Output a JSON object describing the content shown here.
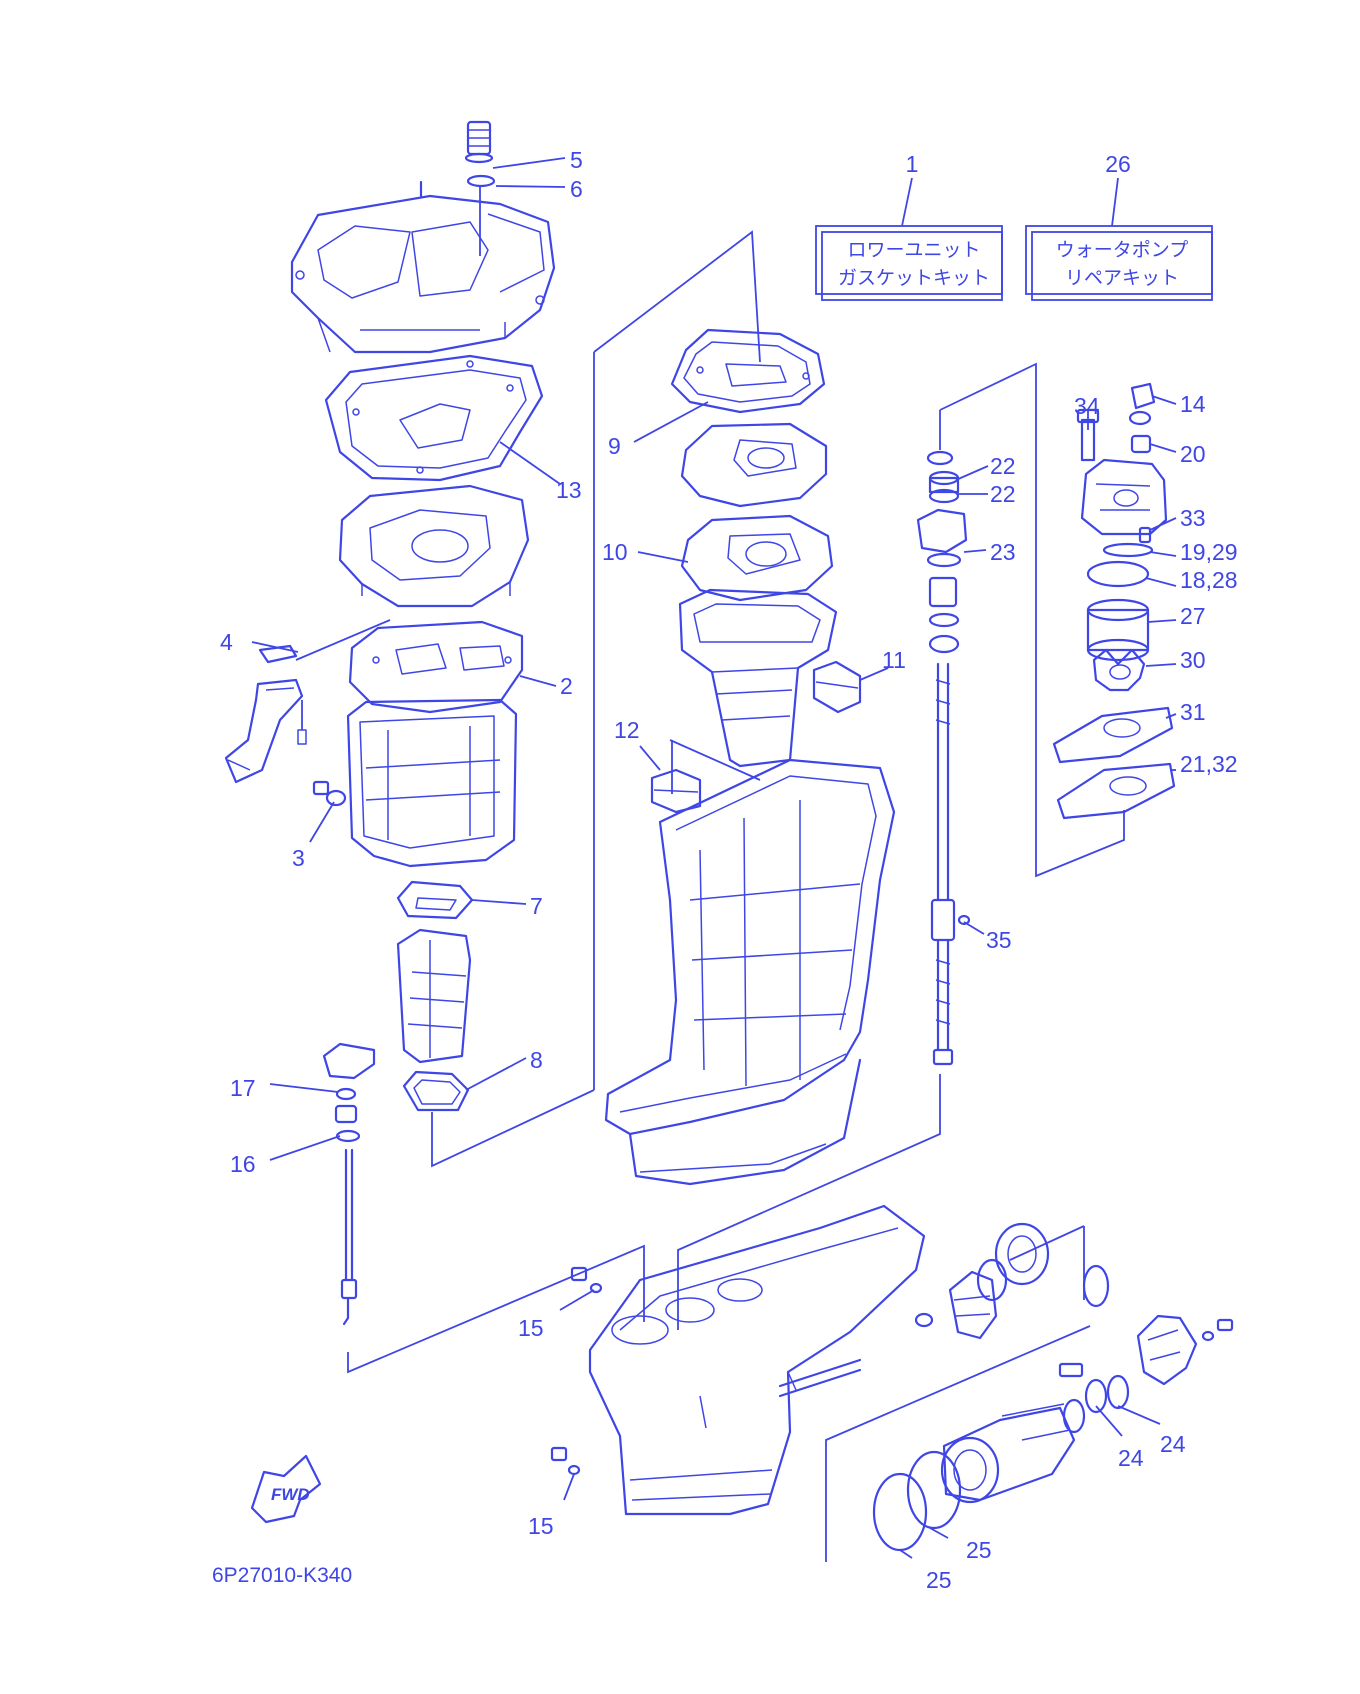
{
  "callouts": [
    {
      "id": "c1",
      "text": "1"
    },
    {
      "id": "c2",
      "text": "2"
    },
    {
      "id": "c3",
      "text": "3"
    },
    {
      "id": "c4",
      "text": "4"
    },
    {
      "id": "c5",
      "text": "5"
    },
    {
      "id": "c6",
      "text": "6"
    },
    {
      "id": "c7",
      "text": "7"
    },
    {
      "id": "c8",
      "text": "8"
    },
    {
      "id": "c9",
      "text": "9"
    },
    {
      "id": "c10",
      "text": "10"
    },
    {
      "id": "c11",
      "text": "11"
    },
    {
      "id": "c12",
      "text": "12"
    },
    {
      "id": "c13",
      "text": "13"
    },
    {
      "id": "c14",
      "text": "14"
    },
    {
      "id": "c15a",
      "text": "15"
    },
    {
      "id": "c15b",
      "text": "15"
    },
    {
      "id": "c16",
      "text": "16"
    },
    {
      "id": "c17",
      "text": "17"
    },
    {
      "id": "c18",
      "text": "18,28"
    },
    {
      "id": "c19",
      "text": "19,29"
    },
    {
      "id": "c20",
      "text": "20"
    },
    {
      "id": "c21",
      "text": "21,32"
    },
    {
      "id": "c22a",
      "text": "22"
    },
    {
      "id": "c22b",
      "text": "22"
    },
    {
      "id": "c23",
      "text": "23"
    },
    {
      "id": "c24a",
      "text": "24"
    },
    {
      "id": "c24b",
      "text": "24"
    },
    {
      "id": "c25a",
      "text": "25"
    },
    {
      "id": "c25b",
      "text": "25"
    },
    {
      "id": "c26",
      "text": "26"
    },
    {
      "id": "c27",
      "text": "27"
    },
    {
      "id": "c30",
      "text": "30"
    },
    {
      "id": "c31",
      "text": "31"
    },
    {
      "id": "c33",
      "text": "33"
    },
    {
      "id": "c34",
      "text": "34"
    },
    {
      "id": "c35",
      "text": "35"
    }
  ],
  "kits": {
    "lower_unit": {
      "line1": "ロワーユニット",
      "line2": "ガスケットキット"
    },
    "water_pump": {
      "line1": "ウォータポンプ",
      "line2": "リペアキット"
    }
  },
  "fwd_label": "FWD",
  "drawing_code": "6P27010-K340",
  "colors": {
    "line": "#3f46e6",
    "background": "#ffffff"
  }
}
